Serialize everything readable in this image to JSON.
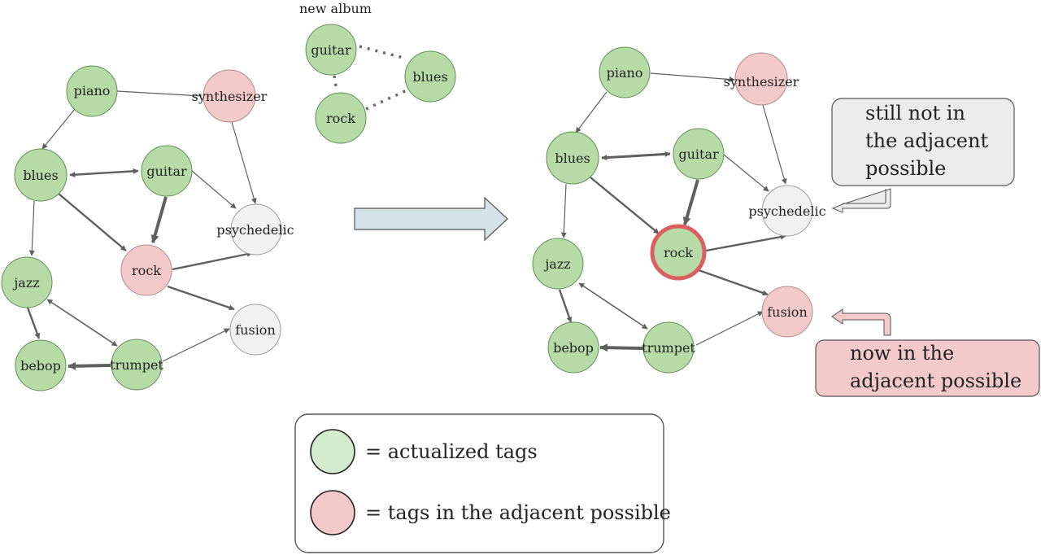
{
  "colors": {
    "actualized": "#b7dba7",
    "adjacent": "#f4c9c9",
    "outside": "#f1f1f1",
    "edge": "#5f5f5f",
    "highlight": "#dc5f5f",
    "callout_gray": "#ececec",
    "callout_pink": "#f4c9c9",
    "big_arrow": "#d3e3e8"
  },
  "new_album": {
    "label": "new album",
    "nodes": [
      {
        "id": "guitar",
        "label": "guitar",
        "state": "actualized"
      },
      {
        "id": "blues",
        "label": "blues",
        "state": "actualized"
      },
      {
        "id": "rock",
        "label": "rock",
        "state": "actualized"
      }
    ]
  },
  "graph_before": {
    "nodes": [
      {
        "id": "piano",
        "label": "piano",
        "state": "actualized"
      },
      {
        "id": "synthesizer",
        "label": "synthesizer",
        "state": "adjacent"
      },
      {
        "id": "blues",
        "label": "blues",
        "state": "actualized"
      },
      {
        "id": "guitar",
        "label": "guitar",
        "state": "actualized"
      },
      {
        "id": "psychedelic",
        "label": "psychedelic",
        "state": "outside"
      },
      {
        "id": "rock",
        "label": "rock",
        "state": "adjacent"
      },
      {
        "id": "jazz",
        "label": "jazz",
        "state": "actualized"
      },
      {
        "id": "fusion",
        "label": "fusion",
        "state": "outside"
      },
      {
        "id": "bebop",
        "label": "bebop",
        "state": "actualized"
      },
      {
        "id": "trumpet",
        "label": "trumpet",
        "state": "actualized"
      }
    ]
  },
  "graph_after": {
    "nodes": [
      {
        "id": "piano",
        "label": "piano",
        "state": "actualized"
      },
      {
        "id": "synthesizer",
        "label": "synthesizer",
        "state": "adjacent"
      },
      {
        "id": "blues",
        "label": "blues",
        "state": "actualized"
      },
      {
        "id": "guitar",
        "label": "guitar",
        "state": "actualized"
      },
      {
        "id": "psychedelic",
        "label": "psychedelic",
        "state": "outside"
      },
      {
        "id": "rock",
        "label": "rock",
        "state": "actualized"
      },
      {
        "id": "jazz",
        "label": "jazz",
        "state": "actualized"
      },
      {
        "id": "fusion",
        "label": "fusion",
        "state": "adjacent"
      },
      {
        "id": "bebop",
        "label": "bebop",
        "state": "actualized"
      },
      {
        "id": "trumpet",
        "label": "trumpet",
        "state": "actualized"
      }
    ]
  },
  "callouts": {
    "not_adjacent": [
      "still not in",
      "the adjacent",
      "possible"
    ],
    "now_adjacent": [
      "now in the",
      "adjacent possible"
    ]
  },
  "legend": {
    "actualized": "= actualized tags",
    "adjacent": "= tags in the adjacent possible"
  }
}
